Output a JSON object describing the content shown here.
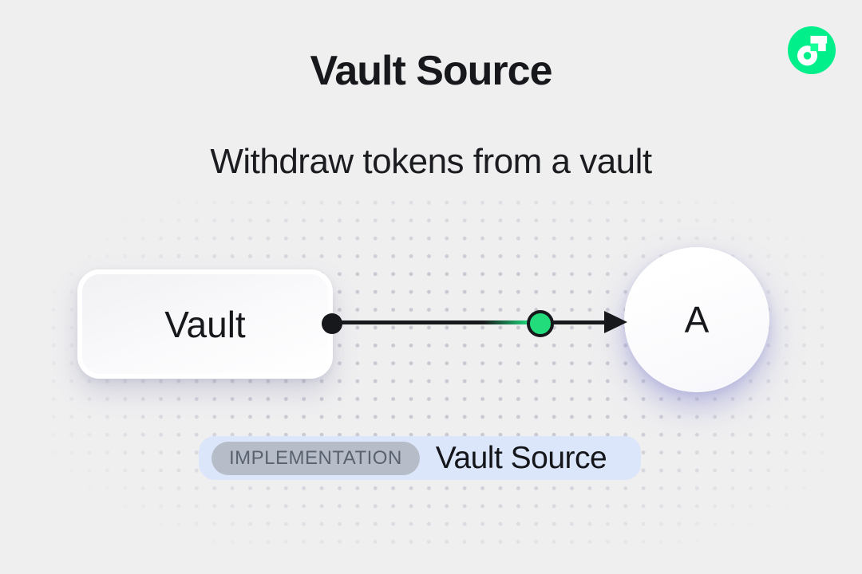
{
  "card": {
    "background_color": "#efeff0",
    "dot_color": "#c9c9d2"
  },
  "header": {
    "title": "Vault Source",
    "subtitle": "Withdraw tokens from a vault"
  },
  "logo": {
    "name": "Flow",
    "circle_color": "#00EF8B",
    "accent_color": "#16FF99"
  },
  "diagram": {
    "vault_node": {
      "label": "Vault"
    },
    "account_node": {
      "label": "A"
    },
    "connector": {
      "line_color": "#17181c",
      "token_dot_color": "#22db7b"
    }
  },
  "badge": {
    "tag": "IMPLEMENTATION",
    "label": "Vault Source",
    "container_color": "#dbe6fb",
    "tag_color": "#b6bdc9",
    "tag_text_color": "#5a6270"
  }
}
